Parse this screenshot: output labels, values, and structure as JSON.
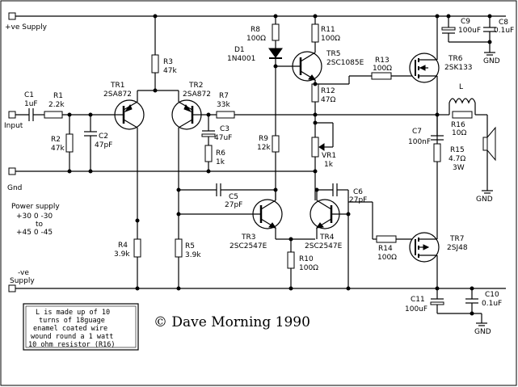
{
  "rails": {
    "pos_supply": "+ve Supply",
    "neg_supply_line1": "-ve",
    "neg_supply_line2": "Supply",
    "input": "Input",
    "gnd_left": "Gnd"
  },
  "power_supply": [
    "Power supply",
    "+30 0 -30",
    "to",
    "+45 0 -45"
  ],
  "note": [
    "L is made up of 10",
    "turns of 18guage",
    "enamel coated wire",
    "wound round a 1 watt",
    "10 ohm resistor (R16)"
  ],
  "copyright": "© Dave Morning 1990",
  "gnd_label": "GND",
  "inductor_label": "L",
  "components": {
    "C1": {
      "ref": "C1",
      "value": "1uF"
    },
    "R1": {
      "ref": "R1",
      "value": "2.2k"
    },
    "R2": {
      "ref": "R2",
      "value": "47k"
    },
    "C2": {
      "ref": "C2",
      "value": "47pF"
    },
    "TR1": {
      "ref": "TR1",
      "value": "2SA872"
    },
    "TR2": {
      "ref": "TR2",
      "value": "2SA872"
    },
    "R3": {
      "ref": "R3",
      "value": "47k"
    },
    "R7": {
      "ref": "R7",
      "value": "33k"
    },
    "C3": {
      "ref": "C3",
      "value": "47uF"
    },
    "R6": {
      "ref": "R6",
      "value": "1k"
    },
    "R8": {
      "ref": "R8",
      "value": "100Ω"
    },
    "D1": {
      "ref": "D1",
      "value": "1N4001"
    },
    "R9": {
      "ref": "R9",
      "value": "12k"
    },
    "R11": {
      "ref": "R11",
      "value": "100Ω"
    },
    "TR5": {
      "ref": "TR5",
      "value": "2SC1085E"
    },
    "R12": {
      "ref": "R12",
      "value": "47Ω"
    },
    "R13": {
      "ref": "R13",
      "value": "100Ω"
    },
    "TR6": {
      "ref": "TR6",
      "value": "2SK133"
    },
    "C9": {
      "ref": "C9",
      "value": "100uF"
    },
    "C8": {
      "ref": "C8",
      "value": "0.1uF"
    },
    "VR1": {
      "ref": "VR1",
      "value": "1k"
    },
    "R16": {
      "ref": "R16",
      "value": "10Ω"
    },
    "C7": {
      "ref": "C7",
      "value": "100nF"
    },
    "R15": {
      "ref": "R15",
      "value": "4.7Ω",
      "extra": "3W"
    },
    "C5": {
      "ref": "C5",
      "value": "27pF"
    },
    "C6": {
      "ref": "C6",
      "value": "27pF"
    },
    "TR3": {
      "ref": "TR3",
      "value": "2SC2547E"
    },
    "TR4": {
      "ref": "TR4",
      "value": "2SC2547E"
    },
    "R4": {
      "ref": "R4",
      "value": "3.9k"
    },
    "R5": {
      "ref": "R5",
      "value": "3.9k"
    },
    "R10": {
      "ref": "R10",
      "value": "100Ω"
    },
    "R14": {
      "ref": "R14",
      "value": "100Ω"
    },
    "TR7": {
      "ref": "TR7",
      "value": "2SJ48"
    },
    "C11": {
      "ref": "C11",
      "value": "100uF"
    },
    "C10": {
      "ref": "C10",
      "value": "0.1uF"
    }
  }
}
